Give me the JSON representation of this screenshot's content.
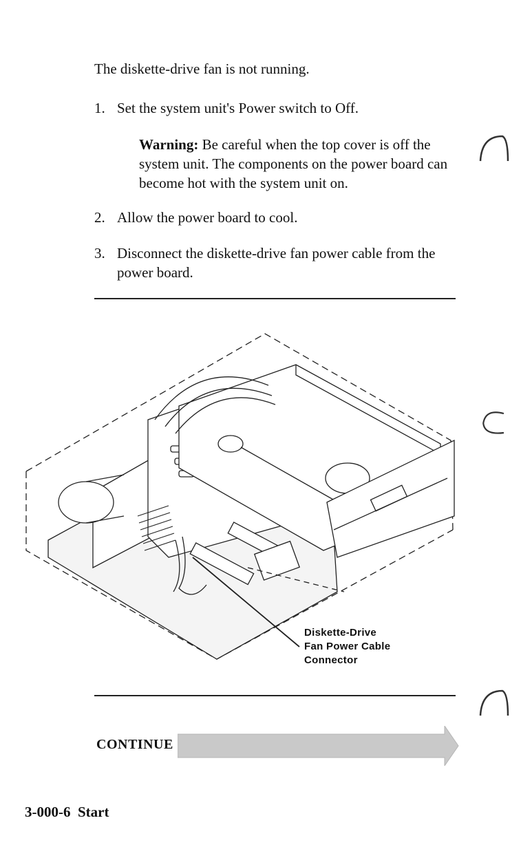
{
  "intro": "The diskette-drive fan is not running.",
  "steps": [
    {
      "num": "1.",
      "text": "Set the system unit's Power switch to Off."
    },
    {
      "num": "2.",
      "text": "Allow the power board to cool."
    },
    {
      "num": "3.",
      "text": "Disconnect the diskette-drive fan power cable from the power board."
    }
  ],
  "warning": {
    "label": "Warning:",
    "text": " Be careful when the top cover is off the system unit. The components on the power board can become hot with the system unit on."
  },
  "figure": {
    "callout_lines": [
      "Diskette-Drive",
      "Fan Power Cable",
      "Connector"
    ]
  },
  "continue_label": "CONTINUE",
  "footer": "3-000-6  Start",
  "colors": {
    "text": "#111111",
    "arrow": "#c9c9c9"
  }
}
